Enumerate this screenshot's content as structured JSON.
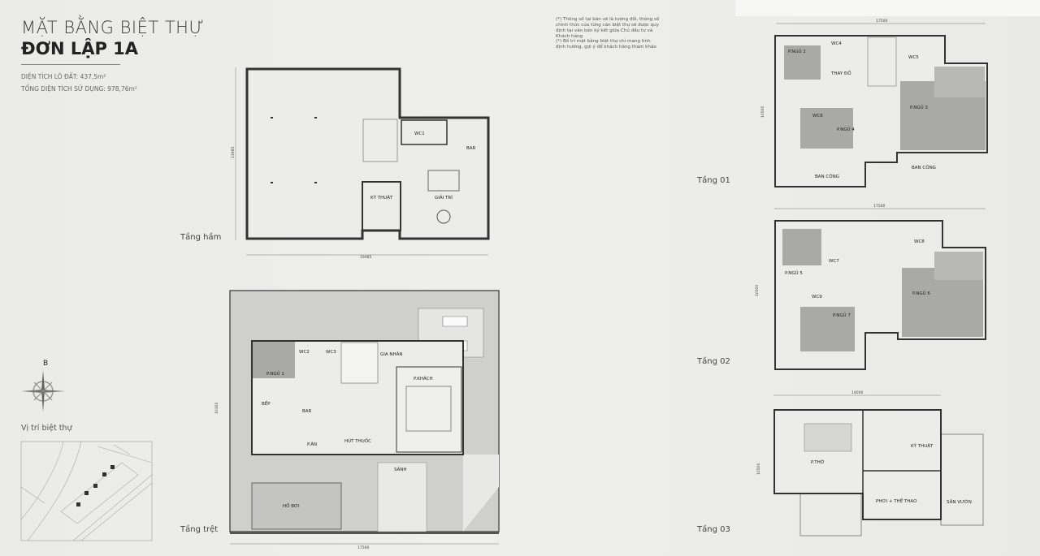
{
  "header": {
    "title_line1": "MẶT BẰNG BIỆT THỰ",
    "title_line2": "ĐƠN LẬP 1A",
    "land_area": "DIỆN TÍCH LÔ ĐẤT: 437,5m²",
    "total_area": "TỔNG DIỆN TÍCH SỬ DỤNG: 978,76m²"
  },
  "notes": [
    "(*) Thông số tại bản vẽ là tương đối, thông số chính thức của từng căn biệt thự sẽ được quy định tại văn bản ký kết giữa Chủ đầu tư và Khách hàng",
    "(*) Bố trí mặt bằng biệt thự chỉ mang tính định hướng, gợi ý để khách hàng tham khảo"
  ],
  "compass": {
    "north_label": "B"
  },
  "location": {
    "label": "Vị trí biệt thự"
  },
  "floors": {
    "basement": {
      "label": "Tầng hầm",
      "dim_w": "19485",
      "dim_h": "13985",
      "rooms": {
        "wc1": "WC1",
        "bar": "BAR",
        "giai_tri": "GIẢI TRÍ",
        "ky_thuat": "KỸ THUẬT"
      }
    },
    "ground": {
      "label": "Tầng trệt",
      "dim_w": "17500",
      "dim_h": "10300",
      "rooms": {
        "p_ngu_1": "P.NGỦ 1",
        "wc2": "WC2",
        "wc3": "WC3",
        "gia_nhan": "GIA NHÂN",
        "p_khach": "P.KHÁCH",
        "bep": "BẾP",
        "bar": "BAR",
        "p_an": "P.ĂN",
        "hut_thuoc": "HÚT THUỐC",
        "sanh": "SẢNH",
        "ho_boi": "HỒ BƠI"
      }
    },
    "floor1": {
      "label": "Tầng 01",
      "dim_w": "17500",
      "dim_h": "10500",
      "rooms": {
        "p_ngu_2": "P.NGỦ 2",
        "wc4": "WC4",
        "thay_do": "THAY ĐỒ",
        "wc5": "WC5",
        "wc6": "WC6",
        "p_ngu_4": "P.NGỦ 4",
        "p_ngu_3": "P.NGỦ 3",
        "ban_cong_1": "BAN CÔNG",
        "ban_cong_2": "BAN CÔNG"
      }
    },
    "floor2": {
      "label": "Tầng 02",
      "dim_w": "17500",
      "dim_h": "10500",
      "rooms": {
        "p_ngu_5": "P.NGỦ 5",
        "wc7": "WC7",
        "wc8": "WC8",
        "wc9": "WC9",
        "p_ngu_7": "P.NGỦ 7",
        "p_ngu_6": "P.NGỦ 6"
      }
    },
    "floor3": {
      "label": "Tầng 03",
      "dim_w": "14000",
      "dim_h": "10500",
      "rooms": {
        "p_tho": "P.THỜ",
        "ky_thuat": "KỸ THUẬT",
        "phoi_the_thao": "PHƠI + THỂ THAO",
        "san_vuon": "SÂN VƯỜN"
      }
    }
  }
}
